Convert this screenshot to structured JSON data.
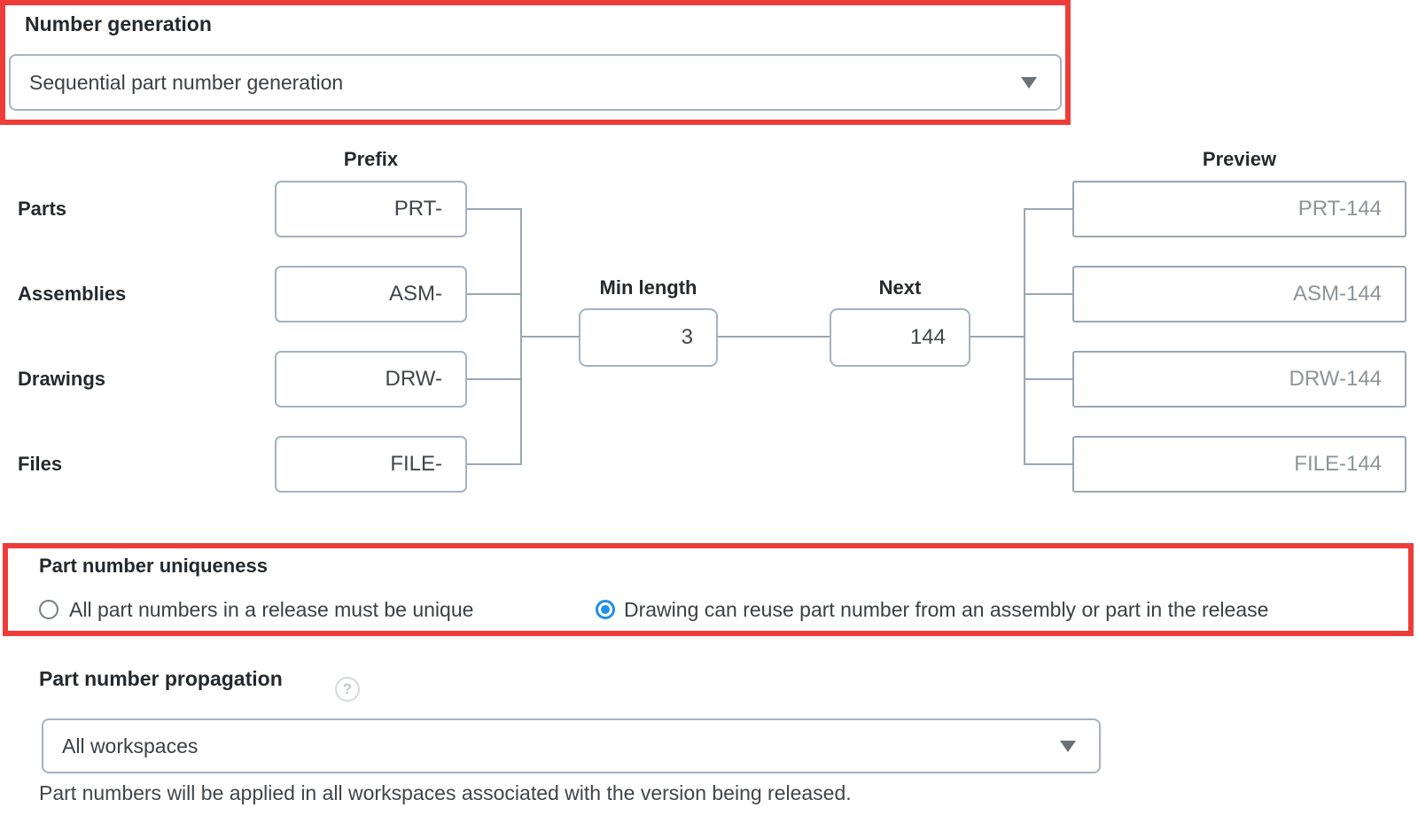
{
  "colors": {
    "highlight_red": "#ee3d39",
    "radio_selected_blue": "#2090ea",
    "box_border": "#a6b3bf",
    "connector_gray": "#9aa6b1",
    "preview_text_gray": "#8d9499"
  },
  "number_generation": {
    "label": "Number generation",
    "selected_option": "Sequential part number generation"
  },
  "numbering_diagram": {
    "prefix_header": "Prefix",
    "preview_header": "Preview",
    "rows": [
      {
        "category": "Parts",
        "prefix": "PRT-",
        "preview": "PRT-144"
      },
      {
        "category": "Assemblies",
        "prefix": "ASM-",
        "preview": "ASM-144"
      },
      {
        "category": "Drawings",
        "prefix": "DRW-",
        "preview": "DRW-144"
      },
      {
        "category": "Files",
        "prefix": "FILE-",
        "preview": "FILE-144"
      }
    ],
    "min_length": {
      "label": "Min length",
      "value": "3"
    },
    "next": {
      "label": "Next",
      "value": "144"
    }
  },
  "part_number_uniqueness": {
    "label": "Part number uniqueness",
    "options": [
      {
        "label": "All part numbers in a release must be unique",
        "selected": false
      },
      {
        "label": "Drawing can reuse part number from an assembly or part in the release",
        "selected": true
      }
    ]
  },
  "part_number_propagation": {
    "label": "Part number propagation",
    "help_icon": "question-mark-icon",
    "selected_option": "All workspaces",
    "description": "Part numbers will be applied in all workspaces associated with the version being released."
  }
}
